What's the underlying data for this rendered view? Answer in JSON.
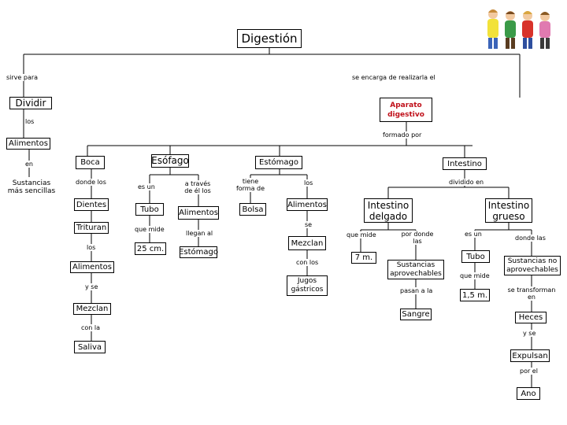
{
  "title": "Digestión",
  "nodes": {
    "dividir": "Dividir",
    "aparato": "Aparato digestivo",
    "alimentos_main": "Alimentos",
    "boca": "Boca",
    "esofago": "Esófago",
    "estomago": "Estómago",
    "intestino": "Intestino",
    "sustancias": "Sustancias más sencillas",
    "dientes": "Dientes",
    "trituran": "Trituran",
    "alimentos_boca": "Alimentos",
    "mezclan_boca": "Mezclan",
    "saliva": "Saliva",
    "tubo_esof": "Tubo",
    "largo_esof": "25 cm.",
    "alimentos_esof": "Alimentos",
    "estomago_dest": "Estómago",
    "bolsa": "Bolsa",
    "alimentos_est": "Alimentos",
    "mezclan_est": "Mezclan",
    "jugos": "Jugos gástricos",
    "int_delgado": "Intestino delgado",
    "int_grueso": "Intestino grueso",
    "largo_delgado": "7 m.",
    "sust_aprov": "Sustancias aprovechables",
    "sangre": "Sangre",
    "tubo_grueso": "Tubo",
    "largo_grueso": "1,5 m.",
    "sust_no_aprov": "Sustancias no aprovechables",
    "heces": "Heces",
    "expulsan": "Expulsan",
    "ano": "Ano"
  },
  "links": {
    "sirve_para": "sirve para",
    "se_encarga": "se encarga de realizarla el",
    "los_1": "los",
    "formado_por": "formado por",
    "en": "en",
    "donde_los": "donde los",
    "los_2": "los",
    "y_se": "y se",
    "con_la": "con la",
    "es_un": "es un",
    "que_mide_esof": "que mide",
    "a_traves": "a través de él los",
    "llegan_al": "llegan al",
    "tiene_forma": "tiene forma de",
    "los_3": "los",
    "se": "se",
    "con_los": "con los",
    "dividido_en": "dividido en",
    "que_mide_delg": "que mide",
    "por_donde": "por donde las",
    "pasan_a_la": "pasan a la",
    "es_un_2": "es un",
    "que_mide_gru": "que mide",
    "donde_las": "donde las",
    "se_transforman": "se transforman en",
    "y_se_2": "y se",
    "por_el": "por el"
  },
  "colors": {
    "accent": "#c0101a",
    "line": "#000000"
  },
  "decoration": "kids-figures-icon"
}
